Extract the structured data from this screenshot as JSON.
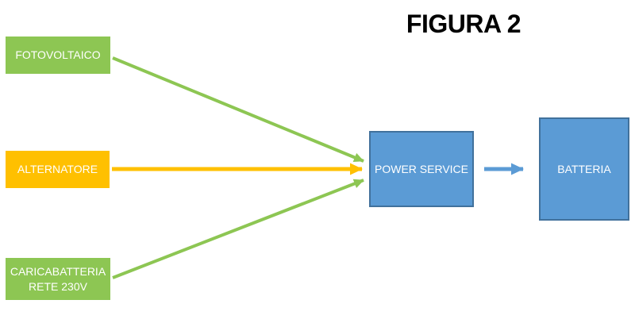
{
  "title": "FIGURA 2",
  "colors": {
    "green": "#8DC653",
    "yellow": "#FFC000",
    "blue": "#5B9BD5",
    "blue_border": "#41719C",
    "title_text": "#000000",
    "box_text": "#FFFFFF"
  },
  "nodes": {
    "fotovoltaico": {
      "label": "FOTOVOLTAICO"
    },
    "alternatore": {
      "label": "ALTERNATORE"
    },
    "caricabatteria": {
      "label": "CARICABATTERIA\nRETE 230V"
    },
    "power_service": {
      "label": "POWER SERVICE"
    },
    "batteria": {
      "label": "BATTERIA"
    }
  },
  "connections": [
    {
      "from": "FOTOVOLTAICO",
      "to": "POWER SERVICE",
      "color": "green"
    },
    {
      "from": "ALTERNATORE",
      "to": "POWER SERVICE",
      "color": "yellow"
    },
    {
      "from": "CARICABATTERIA RETE 230V",
      "to": "POWER SERVICE",
      "color": "green"
    },
    {
      "from": "POWER SERVICE",
      "to": "BATTERIA",
      "color": "blue"
    }
  ]
}
